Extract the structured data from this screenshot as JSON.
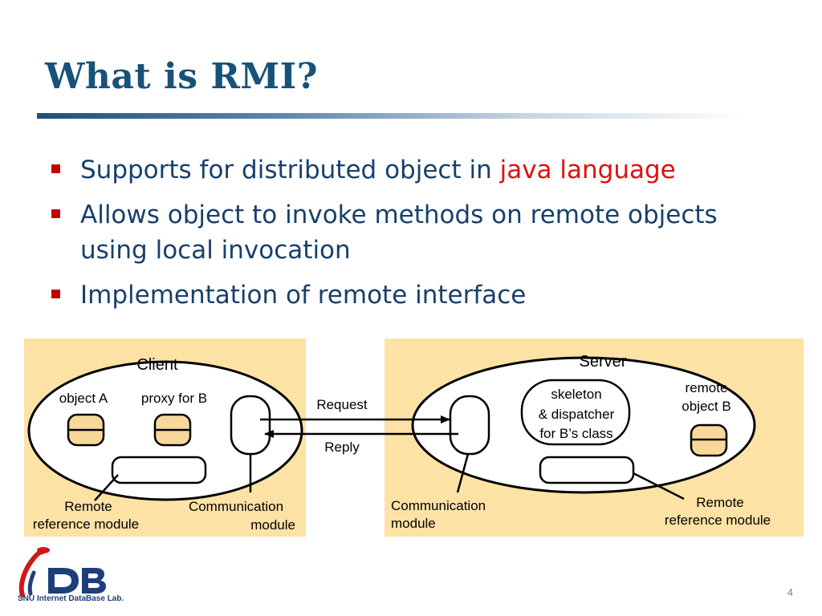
{
  "slide": {
    "title": "What is RMI?",
    "page_number": "4"
  },
  "bullets": [
    {
      "text": "Supports for distributed object in ",
      "highlight": "java language"
    },
    {
      "text": "Allows object to invoke methods on remote objects using local invocation",
      "highlight": ""
    },
    {
      "text": "Implementation of remote interface",
      "highlight": ""
    }
  ],
  "diagram": {
    "client": {
      "title": "Client",
      "object_a": "object A",
      "proxy": "proxy for B",
      "remote_ref_line1": "Remote",
      "remote_ref_line2": "reference module",
      "comm_line1": "Communication",
      "comm_line2": "module"
    },
    "server": {
      "title": "Server",
      "skeleton_line1": "skeleton",
      "skeleton_line2": "& dispatcher",
      "skeleton_line3": "for B’s class",
      "remote_obj_line1": "remote",
      "remote_obj_line2": "object B",
      "comm_line1": "Communication",
      "comm_line2": "module",
      "remote_ref_line1": "Remote",
      "remote_ref_line2": "reference module"
    },
    "request": "Request",
    "reply": "Reply",
    "colors": {
      "panel": "#fde2a6",
      "object_fill": "#f8d89a",
      "accent_title": "#17527a",
      "bullet_red": "#c00000"
    }
  },
  "logo": {
    "letters": "iDB",
    "subtitle": "SNU Internet DataBase Lab."
  }
}
